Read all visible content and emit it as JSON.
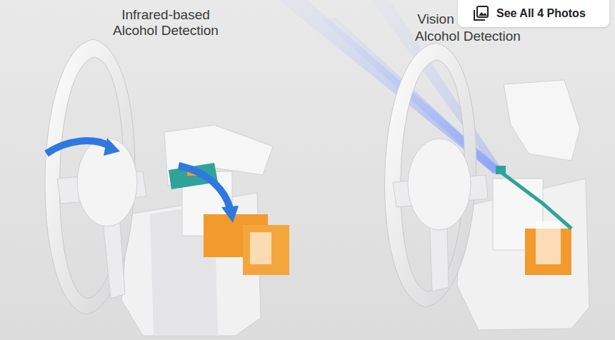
{
  "diagram": {
    "labels": [
      "Infrared-based Alcohol Detection",
      "Vision",
      "Alcohol Detection",
      "See All 4 Photos"
    ]
  }
}
